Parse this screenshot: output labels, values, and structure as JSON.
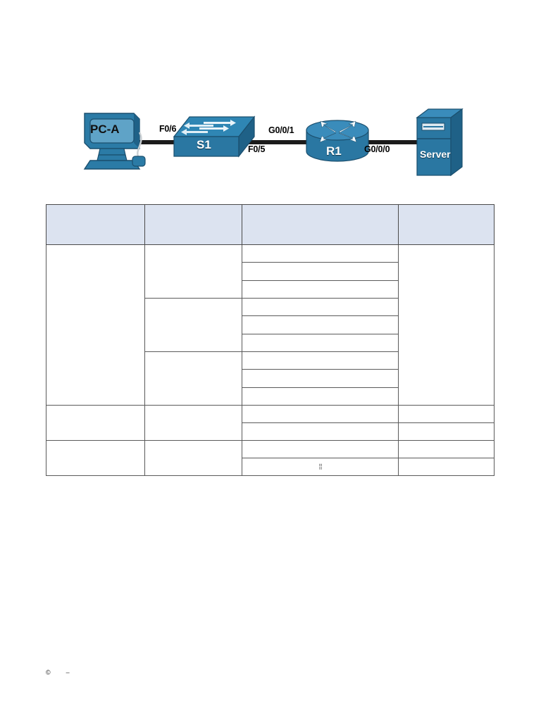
{
  "document": {
    "type": "network-lab-worksheet",
    "page_background": "#ffffff"
  },
  "topology": {
    "name": "network-topology-diagram",
    "devices": [
      {
        "id": "pc-a",
        "label": "PC-A",
        "icon": "desktop-computer-icon",
        "color": "#2e7aa8"
      },
      {
        "id": "s1",
        "label": "S1",
        "icon": "network-switch-icon",
        "color": "#2a7fae"
      },
      {
        "id": "r1",
        "label": "R1",
        "icon": "router-icon",
        "color": "#2a7fae"
      },
      {
        "id": "server",
        "label": "Server",
        "icon": "server-tower-icon",
        "color": "#2a7fae"
      }
    ],
    "interface_labels": [
      {
        "id": "pc-to-s1",
        "text": "F0/6"
      },
      {
        "id": "s1-to-r1",
        "text": "F0/5"
      },
      {
        "id": "r1-to-s1",
        "text": "G0/0/1"
      },
      {
        "id": "r1-to-server",
        "text": "G0/0/0"
      }
    ],
    "link_color": "#1b1b1b"
  },
  "table": {
    "name": "addressing-table",
    "header_fill": "#dce3f0",
    "border_color": "#5a5a5a",
    "headers": [
      "",
      "",
      "",
      ""
    ],
    "column_count": 4,
    "col1_cells": [
      "",
      "",
      ""
    ],
    "col2_cells": [
      "",
      "",
      "",
      "",
      ""
    ],
    "col3_cells": [
      "",
      "",
      "",
      "",
      "",
      "",
      "",
      "",
      "",
      "",
      "",
      "",
      ""
    ],
    "col4_cells": [
      "",
      "",
      "",
      "",
      ""
    ],
    "marker_glyph": "⣿"
  },
  "footer": {
    "copyright_symbol": "©",
    "dash": "–"
  }
}
